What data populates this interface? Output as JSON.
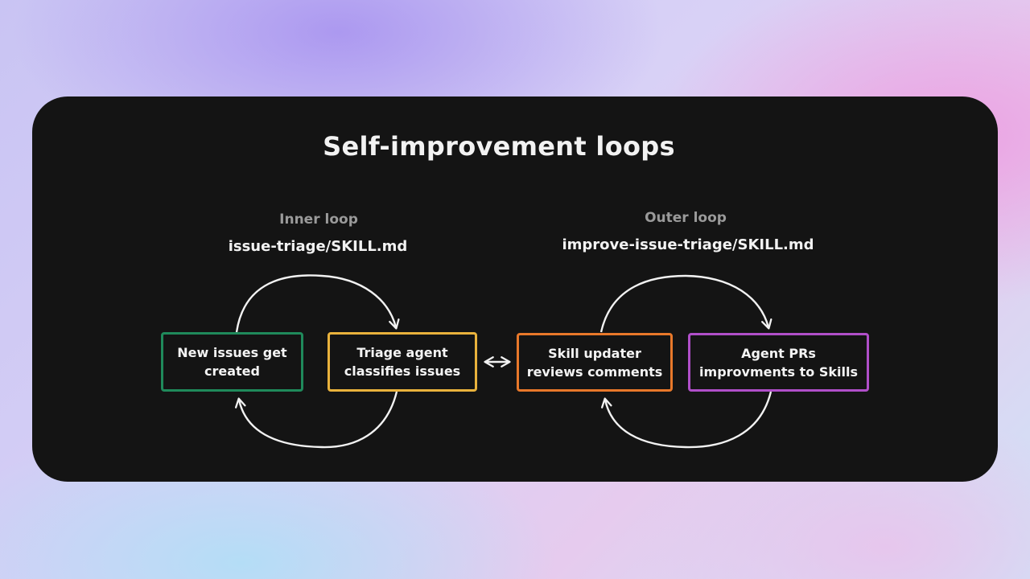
{
  "diagram": {
    "title": "Self-improvement loops",
    "inner_loop": {
      "label": "Inner loop",
      "skill_file": "issue-triage/SKILL.md",
      "nodes": [
        {
          "line1": "New issues get",
          "line2": "created",
          "color": "#1f8a5b"
        },
        {
          "line1": "Triage agent",
          "line2": "classifies issues",
          "color": "#e9b23c"
        }
      ]
    },
    "outer_loop": {
      "label": "Outer loop",
      "skill_file": "improve-issue-triage/SKILL.md",
      "nodes": [
        {
          "line1": "Skill updater",
          "line2": "reviews comments",
          "color": "#e8782a"
        },
        {
          "line1": "Agent PRs",
          "line2": "improvments to Skills",
          "color": "#b04fc9"
        }
      ]
    },
    "arrow_color": "#f2f2f2"
  }
}
